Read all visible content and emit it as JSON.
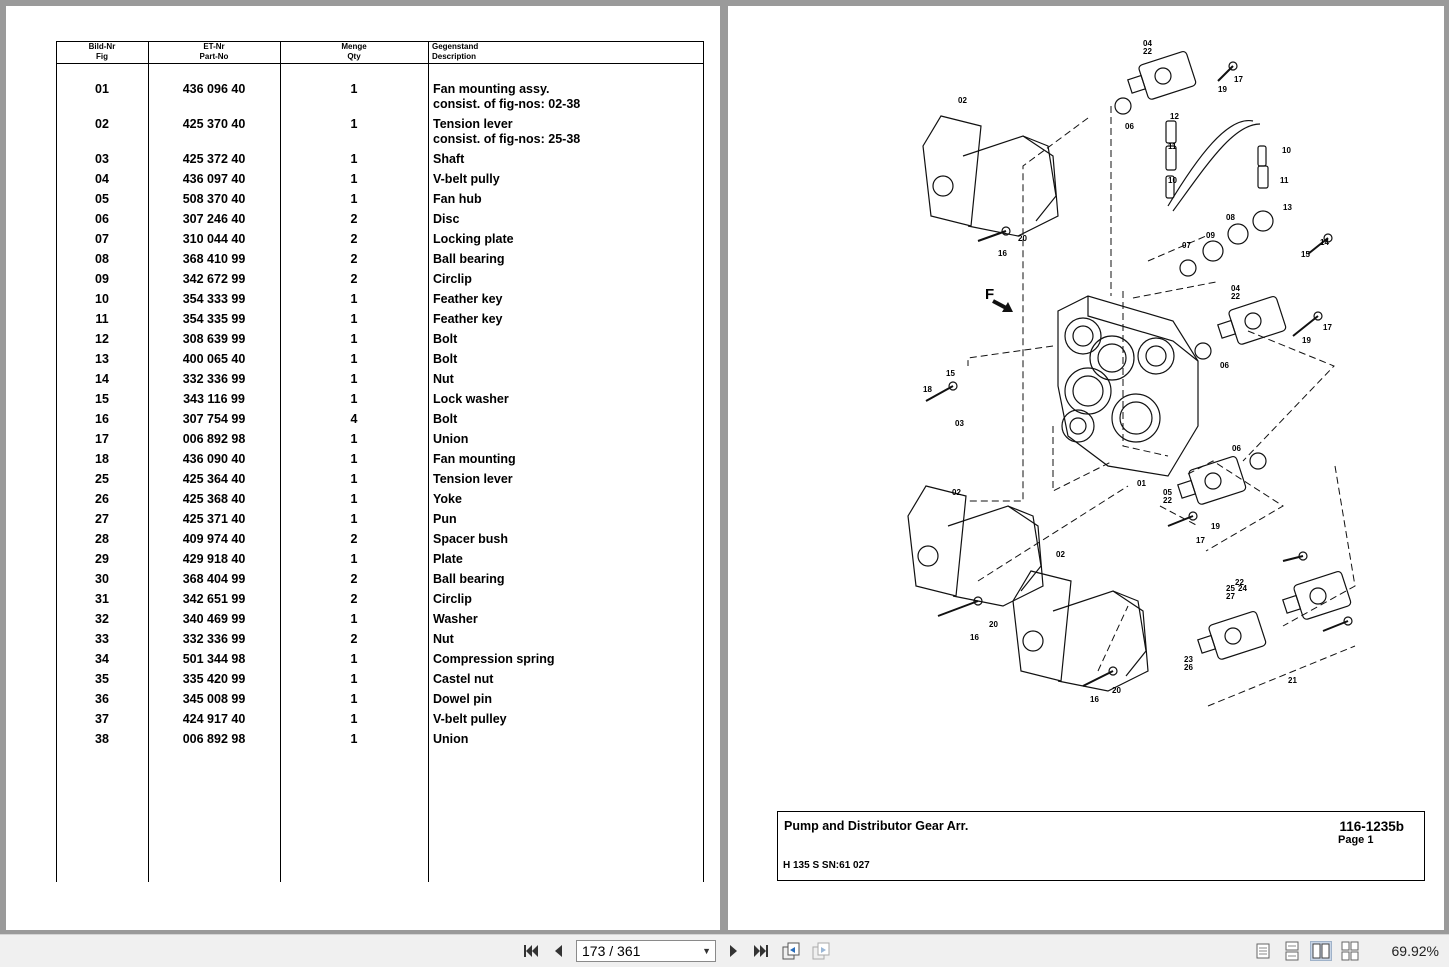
{
  "table": {
    "headers": {
      "fig": [
        "Bild-Nr",
        "Fig"
      ],
      "part": [
        "ET-Nr",
        "Part-No"
      ],
      "qty": [
        "Menge",
        "Qty"
      ],
      "desc": [
        "Gegenstand",
        "Description"
      ]
    },
    "rows": [
      {
        "fig": "01",
        "part": "436 096 40",
        "qty": "1",
        "desc": "Fan mounting assy.",
        "desc2": "consist. of fig-nos: 02-38"
      },
      {
        "fig": "02",
        "part": "425 370 40",
        "qty": "1",
        "desc": "Tension lever",
        "desc2": "consist. of fig-nos: 25-38"
      },
      {
        "fig": "03",
        "part": "425 372 40",
        "qty": "1",
        "desc": "Shaft"
      },
      {
        "fig": "04",
        "part": "436 097 40",
        "qty": "1",
        "desc": "V-belt pully"
      },
      {
        "fig": "05",
        "part": "508 370 40",
        "qty": "1",
        "desc": "Fan hub"
      },
      {
        "fig": "06",
        "part": "307 246 40",
        "qty": "2",
        "desc": "Disc"
      },
      {
        "fig": "07",
        "part": "310 044 40",
        "qty": "2",
        "desc": "Locking plate"
      },
      {
        "fig": "08",
        "part": "368 410 99",
        "qty": "2",
        "desc": "Ball bearing"
      },
      {
        "fig": "09",
        "part": "342 672 99",
        "qty": "2",
        "desc": "Circlip"
      },
      {
        "fig": "10",
        "part": "354 333 99",
        "qty": "1",
        "desc": "Feather key"
      },
      {
        "fig": "11",
        "part": "354 335 99",
        "qty": "1",
        "desc": "Feather key"
      },
      {
        "fig": "12",
        "part": "308 639 99",
        "qty": "1",
        "desc": "Bolt"
      },
      {
        "fig": "13",
        "part": "400 065 40",
        "qty": "1",
        "desc": "Bolt"
      },
      {
        "fig": "14",
        "part": "332 336 99",
        "qty": "1",
        "desc": "Nut"
      },
      {
        "fig": "15",
        "part": "343 116 99",
        "qty": "1",
        "desc": "Lock washer"
      },
      {
        "fig": "16",
        "part": "307 754 99",
        "qty": "4",
        "desc": "Bolt"
      },
      {
        "fig": "17",
        "part": "006 892 98",
        "qty": "1",
        "desc": "Union"
      },
      {
        "fig": "18",
        "part": "436 090 40",
        "qty": "1",
        "desc": "Fan mounting"
      },
      {
        "fig": "25",
        "part": "425 364 40",
        "qty": "1",
        "desc": "Tension lever"
      },
      {
        "fig": "26",
        "part": "425 368 40",
        "qty": "1",
        "desc": "Yoke"
      },
      {
        "fig": "27",
        "part": "425 371 40",
        "qty": "1",
        "desc": "Pun"
      },
      {
        "fig": "28",
        "part": "409 974 40",
        "qty": "2",
        "desc": "Spacer bush"
      },
      {
        "fig": "29",
        "part": "429 918 40",
        "qty": "1",
        "desc": "Plate"
      },
      {
        "fig": "30",
        "part": "368 404 99",
        "qty": "2",
        "desc": "Ball bearing"
      },
      {
        "fig": "31",
        "part": "342 651 99",
        "qty": "2",
        "desc": "Circlip"
      },
      {
        "fig": "32",
        "part": "340 469 99",
        "qty": "1",
        "desc": "Washer"
      },
      {
        "fig": "33",
        "part": "332 336 99",
        "qty": "2",
        "desc": "Nut"
      },
      {
        "fig": "34",
        "part": "501 344 98",
        "qty": "1",
        "desc": "Compression spring"
      },
      {
        "fig": "35",
        "part": "335 420 99",
        "qty": "1",
        "desc": "Castel nut"
      },
      {
        "fig": "36",
        "part": "345 008 99",
        "qty": "1",
        "desc": "Dowel pin"
      },
      {
        "fig": "37",
        "part": "424 917 40",
        "qty": "1",
        "desc": "V-belt pulley"
      },
      {
        "fig": "38",
        "part": "006 892 98",
        "qty": "1",
        "desc": "Union"
      }
    ]
  },
  "titleblock": {
    "title": "Pump and Distributor Gear Arr.",
    "code": "116-1235b",
    "page": "Page 1",
    "model": "H 135 S SN:61 027"
  },
  "diagram": {
    "labels": [
      "04",
      "22",
      "17",
      "19",
      "02",
      "06",
      "12",
      "11",
      "10",
      "10",
      "11",
      "13",
      "08",
      "09",
      "07",
      "14",
      "15",
      "16",
      "20",
      "F",
      "04",
      "22",
      "17",
      "19",
      "06",
      "15",
      "18",
      "03",
      "06",
      "01",
      "05",
      "22",
      "19",
      "17",
      "02",
      "02",
      "22",
      "24",
      "25",
      "27",
      "16",
      "20",
      "23",
      "26",
      "21",
      "16",
      "20"
    ]
  },
  "toolbar": {
    "page_input": "173 / 361",
    "zoom": "69.92%",
    "icons": [
      "first-page-icon",
      "prev-page-icon",
      "next-page-icon",
      "last-page-icon",
      "history-back-icon",
      "history-forward-icon",
      "single-page-view-icon",
      "continuous-view-icon",
      "two-page-view-icon",
      "continuous-two-page-view-icon"
    ]
  }
}
